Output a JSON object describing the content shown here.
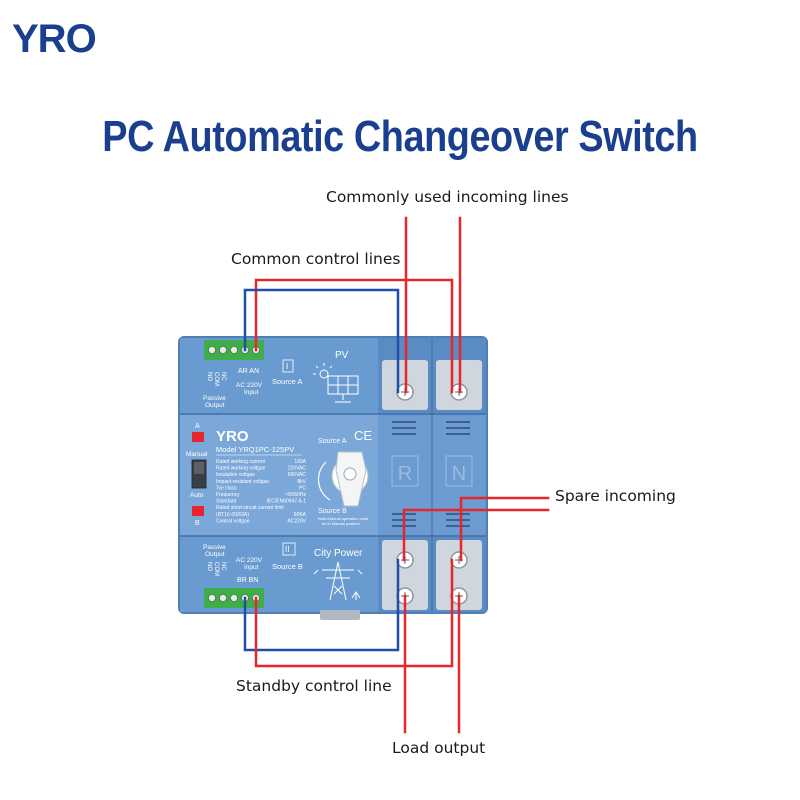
{
  "brand": {
    "logo_text": "YRO"
  },
  "title": "PC Automatic Changeover Switch",
  "callouts": {
    "commonly_used_incoming": "Commonly used incoming lines",
    "common_control": "Common control lines",
    "spare_incoming": "Spare incoming",
    "standby_control": "Standby control line",
    "load_output": "Load output"
  },
  "device": {
    "top_section": {
      "terminal_labels": [
        "NO",
        "COM",
        "NC"
      ],
      "passive_output": "Passive\nOutput",
      "ar_an": "AR  AN",
      "ac_input": "AC 220V\nInput",
      "roman": "I",
      "source": "Source A",
      "source_name": "PV"
    },
    "middle_section": {
      "brand": "YRO",
      "model": "Model YRQ1PC-125PV",
      "ce_mark": "CE",
      "indicator_a": "A",
      "indicator_b": "B",
      "mode_manual": "Manual",
      "mode_auto": "Auto",
      "knob_source_a": "Source A",
      "knob_source_b": "Source B",
      "note": "Note:Manual operation must\nbe in Manual position",
      "specs": [
        {
          "label": "Rated working current",
          "value": "100A"
        },
        {
          "label": "Rated working voltgae",
          "value": "220VAC"
        },
        {
          "label": "Insulation voltgae",
          "value": "690VAC"
        },
        {
          "label": "Impact-resistant voltgae",
          "value": "8kV"
        },
        {
          "label": "Tse class",
          "value": "PC"
        },
        {
          "label": "Frequency",
          "value": "~50/60Hz"
        },
        {
          "label": "Standard",
          "value": "IEC/EN60947-6-1"
        },
        {
          "label": "Rated short-circuit current limit",
          "value": ""
        },
        {
          "label": "(RT16-00/63A)",
          "value": "50KA"
        },
        {
          "label": "Control voltgae",
          "value": "AC220V"
        }
      ],
      "right_letters": [
        "R",
        "N"
      ]
    },
    "bottom_section": {
      "passive_output": "Passive\nOutput",
      "terminal_labels": [
        "NO",
        "COM",
        "NC"
      ],
      "ac_input": "AC 220V\nInput",
      "br_bn": "BR  BN",
      "roman": "II",
      "source": "Source B",
      "source_name": "City Power"
    }
  },
  "colors": {
    "title": "#1b3f8f",
    "device_body": "#5e8fc4",
    "wire_red": "#e5262d",
    "wire_blue": "#1f4fa8",
    "terminal_green": "#3dae4a"
  }
}
